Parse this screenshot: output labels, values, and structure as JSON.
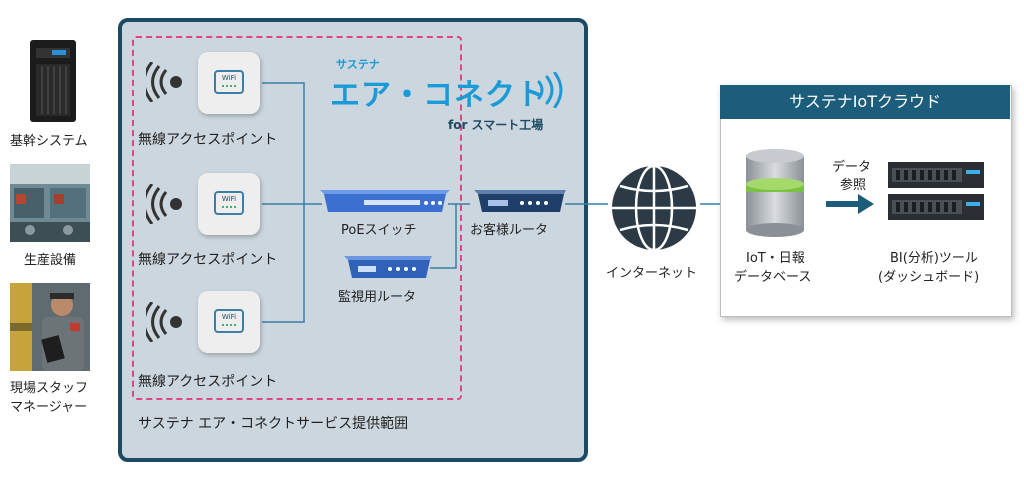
{
  "left_column": {
    "core_system_label": "基幹システム",
    "production_label": "生産設備",
    "staff_label_line1": "現場スタッフ",
    "staff_label_line2": "マネージャー"
  },
  "service_area": {
    "label": "サステナ エア・コネクトサービス提供範囲"
  },
  "logo": {
    "prefix": "サステナ",
    "main": "エア・コネクト",
    "sub": "for スマート工場"
  },
  "access_points": [
    {
      "label": "無線アクセスポイント",
      "badge": "WiFi"
    },
    {
      "label": "無線アクセスポイント",
      "badge": "WiFi"
    },
    {
      "label": "無線アクセスポイント",
      "badge": "WiFi"
    }
  ],
  "devices": {
    "poe_switch": "PoEスイッチ",
    "customer_router": "お客様ルータ",
    "monitor_router": "監視用ルータ",
    "internet": "インターネット"
  },
  "cloud": {
    "title": "サステナIoTクラウド",
    "db_line1": "IoT・日報",
    "db_line2": "データベース",
    "arrow_line1": "データ",
    "arrow_line2": "参照",
    "bi_line1": "BI(分析)ツール",
    "bi_line2": "(ダッシュボード)"
  },
  "colors": {
    "service_bg": "#cbd6de",
    "service_border": "#1d4a63",
    "wifi_zone": "#e0438a",
    "cloud_header": "#1d5d7c",
    "link_line": "#3a7fa8",
    "logo_blue": "#1a9ad6"
  }
}
